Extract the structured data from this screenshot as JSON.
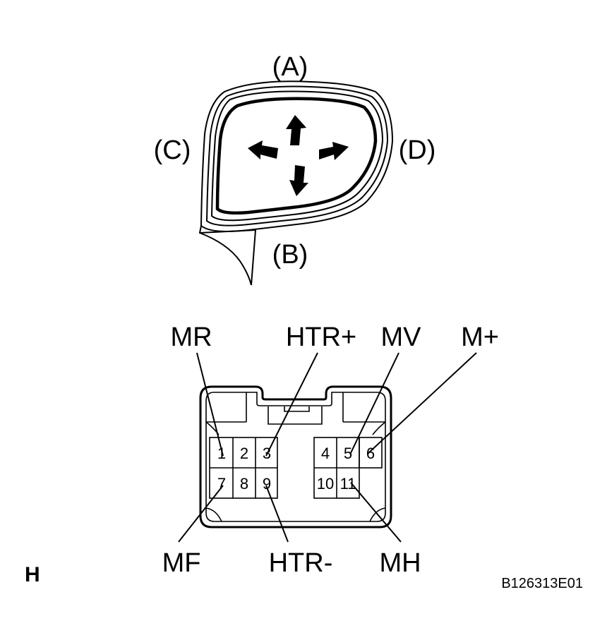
{
  "mirror": {
    "directions": {
      "top": "(A)",
      "bottom": "(B)",
      "left": "(C)",
      "right": "(D)"
    }
  },
  "connector": {
    "pins": {
      "p1": "1",
      "p2": "2",
      "p3": "3",
      "p4": "4",
      "p5": "5",
      "p6": "6",
      "p7": "7",
      "p8": "8",
      "p9": "9",
      "p10": "10",
      "p11": "11"
    },
    "terminals": {
      "mr": "MR",
      "htr_plus": "HTR+",
      "mv": "MV",
      "m_plus": "M+",
      "mf": "MF",
      "htr_minus": "HTR-",
      "mh": "MH"
    }
  },
  "section_letter": "H",
  "figure_code": "B126313E01"
}
